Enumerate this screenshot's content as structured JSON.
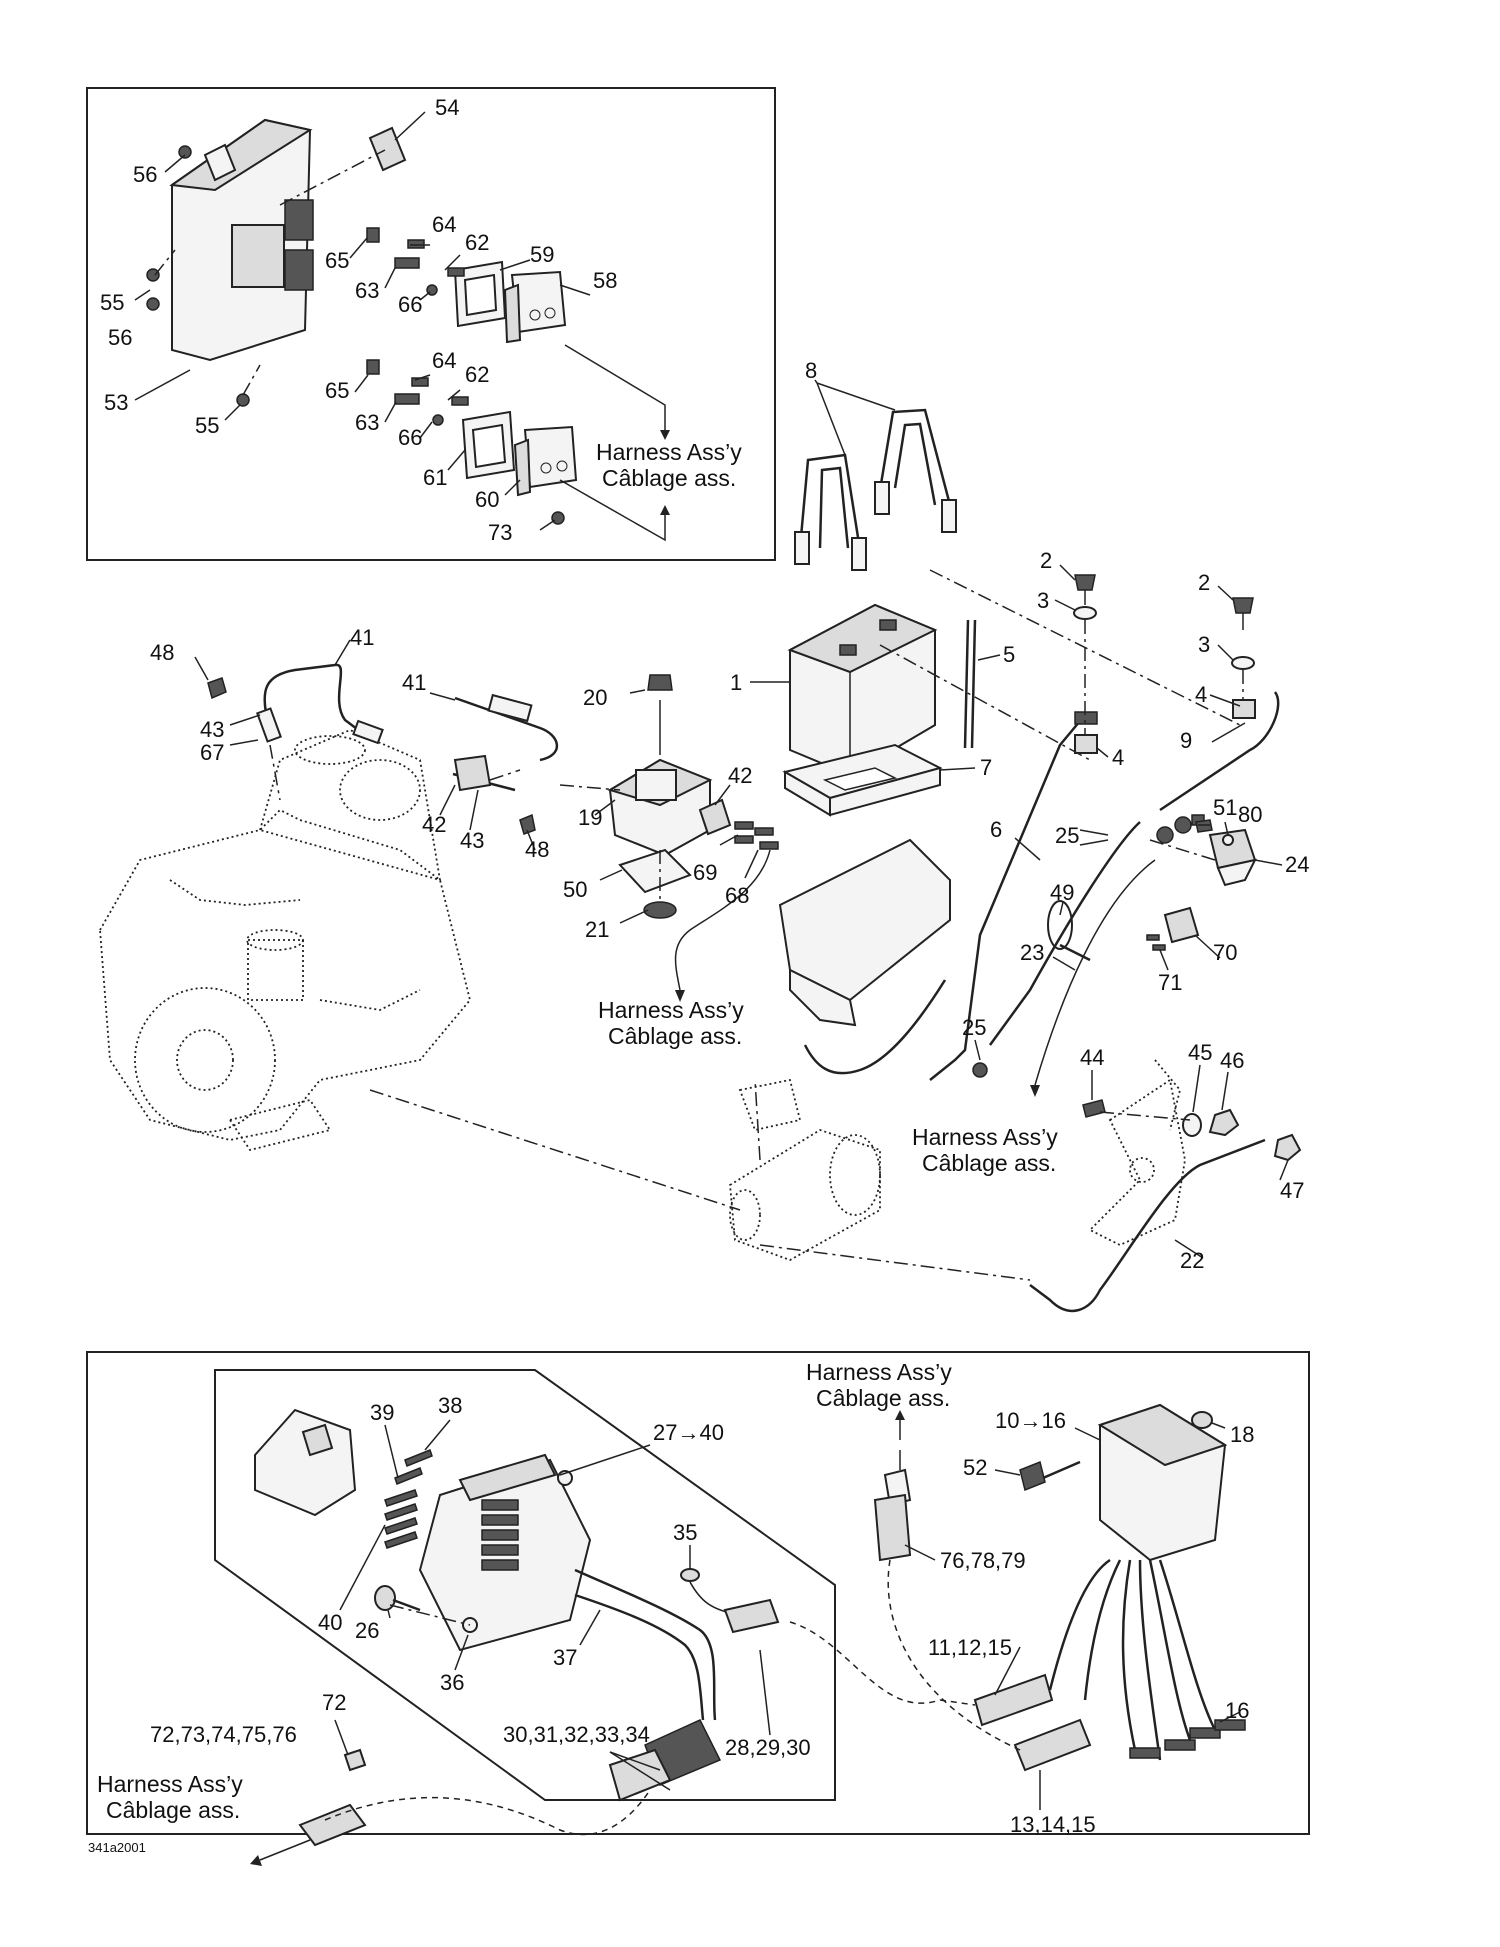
{
  "figure_ref": "341a2001",
  "harness_captions": {
    "top_panel": {
      "line1": "Harness Ass’y",
      "line2": "Câblage ass."
    },
    "mid_center": {
      "line1": "Harness Ass’y",
      "line2": "Câblage ass."
    },
    "mid_right": {
      "line1": "Harness Ass’y",
      "line2": "Câblage ass."
    },
    "bottom_top": {
      "line1": "Harness Ass’y",
      "line2": "Câblage ass."
    },
    "bottom_left": {
      "line1": "Harness Ass’y",
      "line2": "Câblage ass."
    }
  },
  "callouts": {
    "top_panel": [
      "54",
      "56",
      "65",
      "64",
      "62",
      "59",
      "58",
      "55",
      "56",
      "63",
      "66",
      "64",
      "65",
      "62",
      "63",
      "66",
      "53",
      "55",
      "61",
      "60",
      "73"
    ],
    "middle": [
      "8",
      "2",
      "2",
      "3",
      "3",
      "5",
      "1",
      "4",
      "4",
      "9",
      "7",
      "48",
      "41",
      "41",
      "20",
      "43",
      "42",
      "67",
      "42",
      "43",
      "48",
      "19",
      "6",
      "51",
      "80",
      "25",
      "24",
      "69",
      "68",
      "50",
      "49",
      "21",
      "23",
      "70",
      "71",
      "25",
      "44",
      "45",
      "46",
      "47",
      "22"
    ],
    "bottom_panel": [
      "39",
      "38",
      "27→40",
      "10→16",
      "18",
      "52",
      "35",
      "76,78,79",
      "40",
      "26",
      "37",
      "11,12,15",
      "36",
      "16",
      "72",
      "72,73,74,75,76",
      "30,31,32,33,34",
      "28,29,30",
      "13,14,15"
    ]
  }
}
